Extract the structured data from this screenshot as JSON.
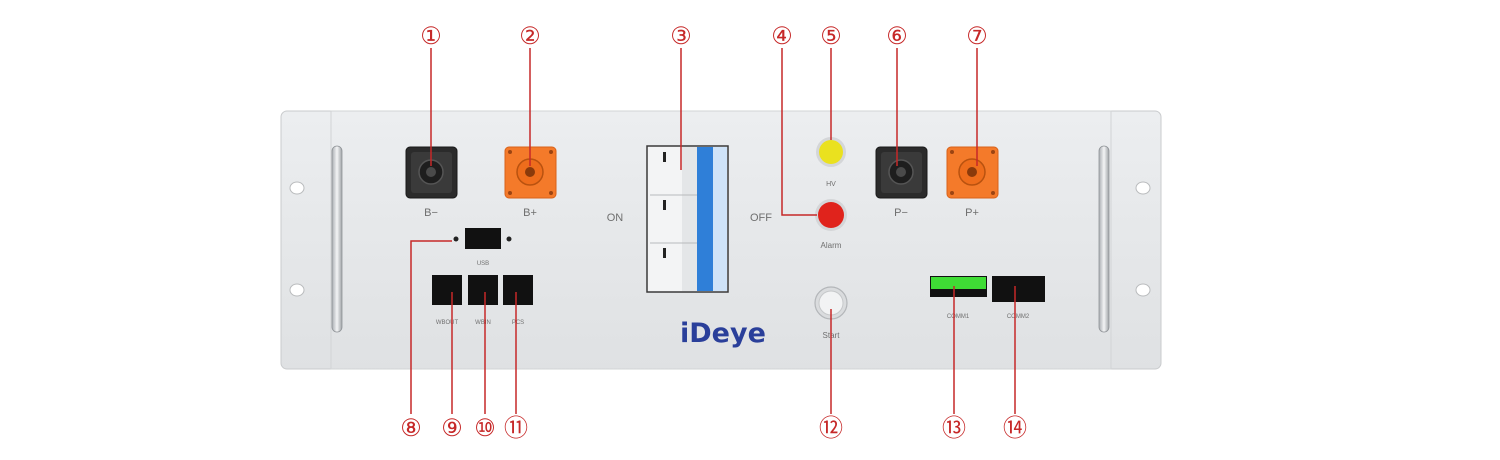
{
  "panel": {
    "labels": {
      "b_minus": "B−",
      "b_plus": "B+",
      "on": "ON",
      "off": "OFF",
      "hv": "HV",
      "alarm": "Alarm",
      "p_minus": "P−",
      "p_plus": "P+",
      "usb": "USB",
      "wbout": "WBOUT",
      "wbin": "WBIN",
      "pcs": "PCS",
      "start": "Start",
      "comm1": "COMM1",
      "comm2": "COMM2"
    },
    "brand": {
      "i": "i",
      "rest": "Deye"
    }
  },
  "callouts": [
    "①",
    "②",
    "③",
    "④",
    "⑤",
    "⑥",
    "⑦",
    "⑧",
    "⑨",
    "⑩",
    "⑪",
    "⑫",
    "⑬",
    "⑭"
  ],
  "colors": {
    "callout_red": "#c62828",
    "panel_face": "#e5e7e9",
    "connector_orange": "#f47a2a",
    "connector_black": "#2b2b2b",
    "breaker_blue": "#2f7fd8",
    "hv_yellow": "#eae11f",
    "alarm_red": "#e0231c",
    "comm1_green": "#3fdc35",
    "brand_blue": "#2a3f9a"
  }
}
